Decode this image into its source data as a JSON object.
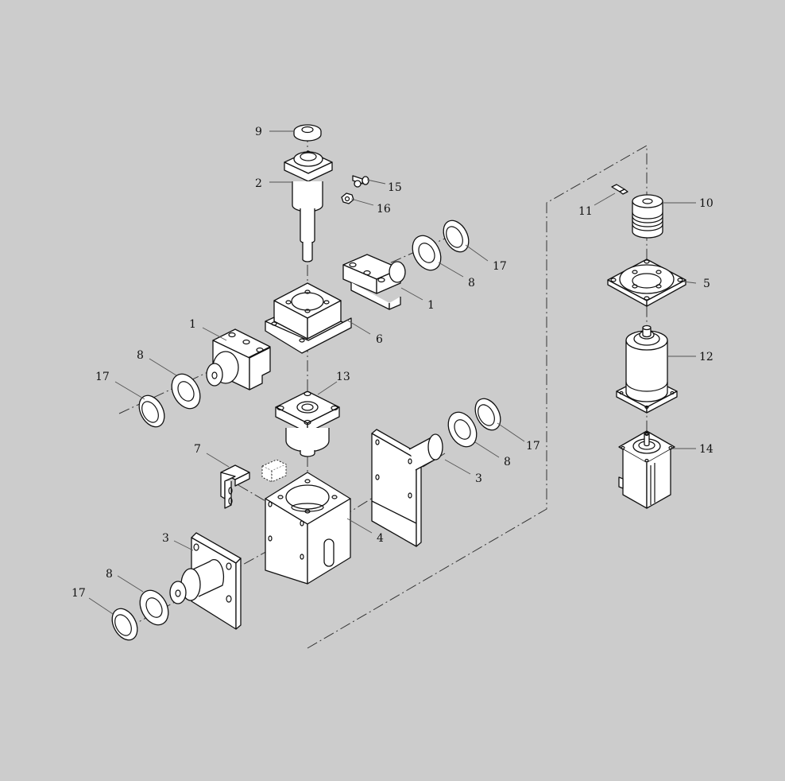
{
  "colors": {
    "background": "#cccccc",
    "line": "#111111",
    "fill": "#ffffff"
  },
  "callouts": [
    {
      "id": "c9",
      "text": "9"
    },
    {
      "id": "c2",
      "text": "2"
    },
    {
      "id": "c15",
      "text": "15"
    },
    {
      "id": "c16",
      "text": "16"
    },
    {
      "id": "c17a",
      "text": "17"
    },
    {
      "id": "c8a",
      "text": "8"
    },
    {
      "id": "c1a",
      "text": "1"
    },
    {
      "id": "c6",
      "text": "6"
    },
    {
      "id": "c1b",
      "text": "1"
    },
    {
      "id": "c8b",
      "text": "8"
    },
    {
      "id": "c17b",
      "text": "17"
    },
    {
      "id": "c13",
      "text": "13"
    },
    {
      "id": "c7",
      "text": "7"
    },
    {
      "id": "c17c",
      "text": "17"
    },
    {
      "id": "c8c",
      "text": "8"
    },
    {
      "id": "c3a",
      "text": "3"
    },
    {
      "id": "c4",
      "text": "4"
    },
    {
      "id": "c3b",
      "text": "3"
    },
    {
      "id": "c8d",
      "text": "8"
    },
    {
      "id": "c17d",
      "text": "17"
    },
    {
      "id": "c11",
      "text": "11"
    },
    {
      "id": "c10",
      "text": "10"
    },
    {
      "id": "c5",
      "text": "5"
    },
    {
      "id": "c12",
      "text": "12"
    },
    {
      "id": "c14",
      "text": "14"
    }
  ]
}
